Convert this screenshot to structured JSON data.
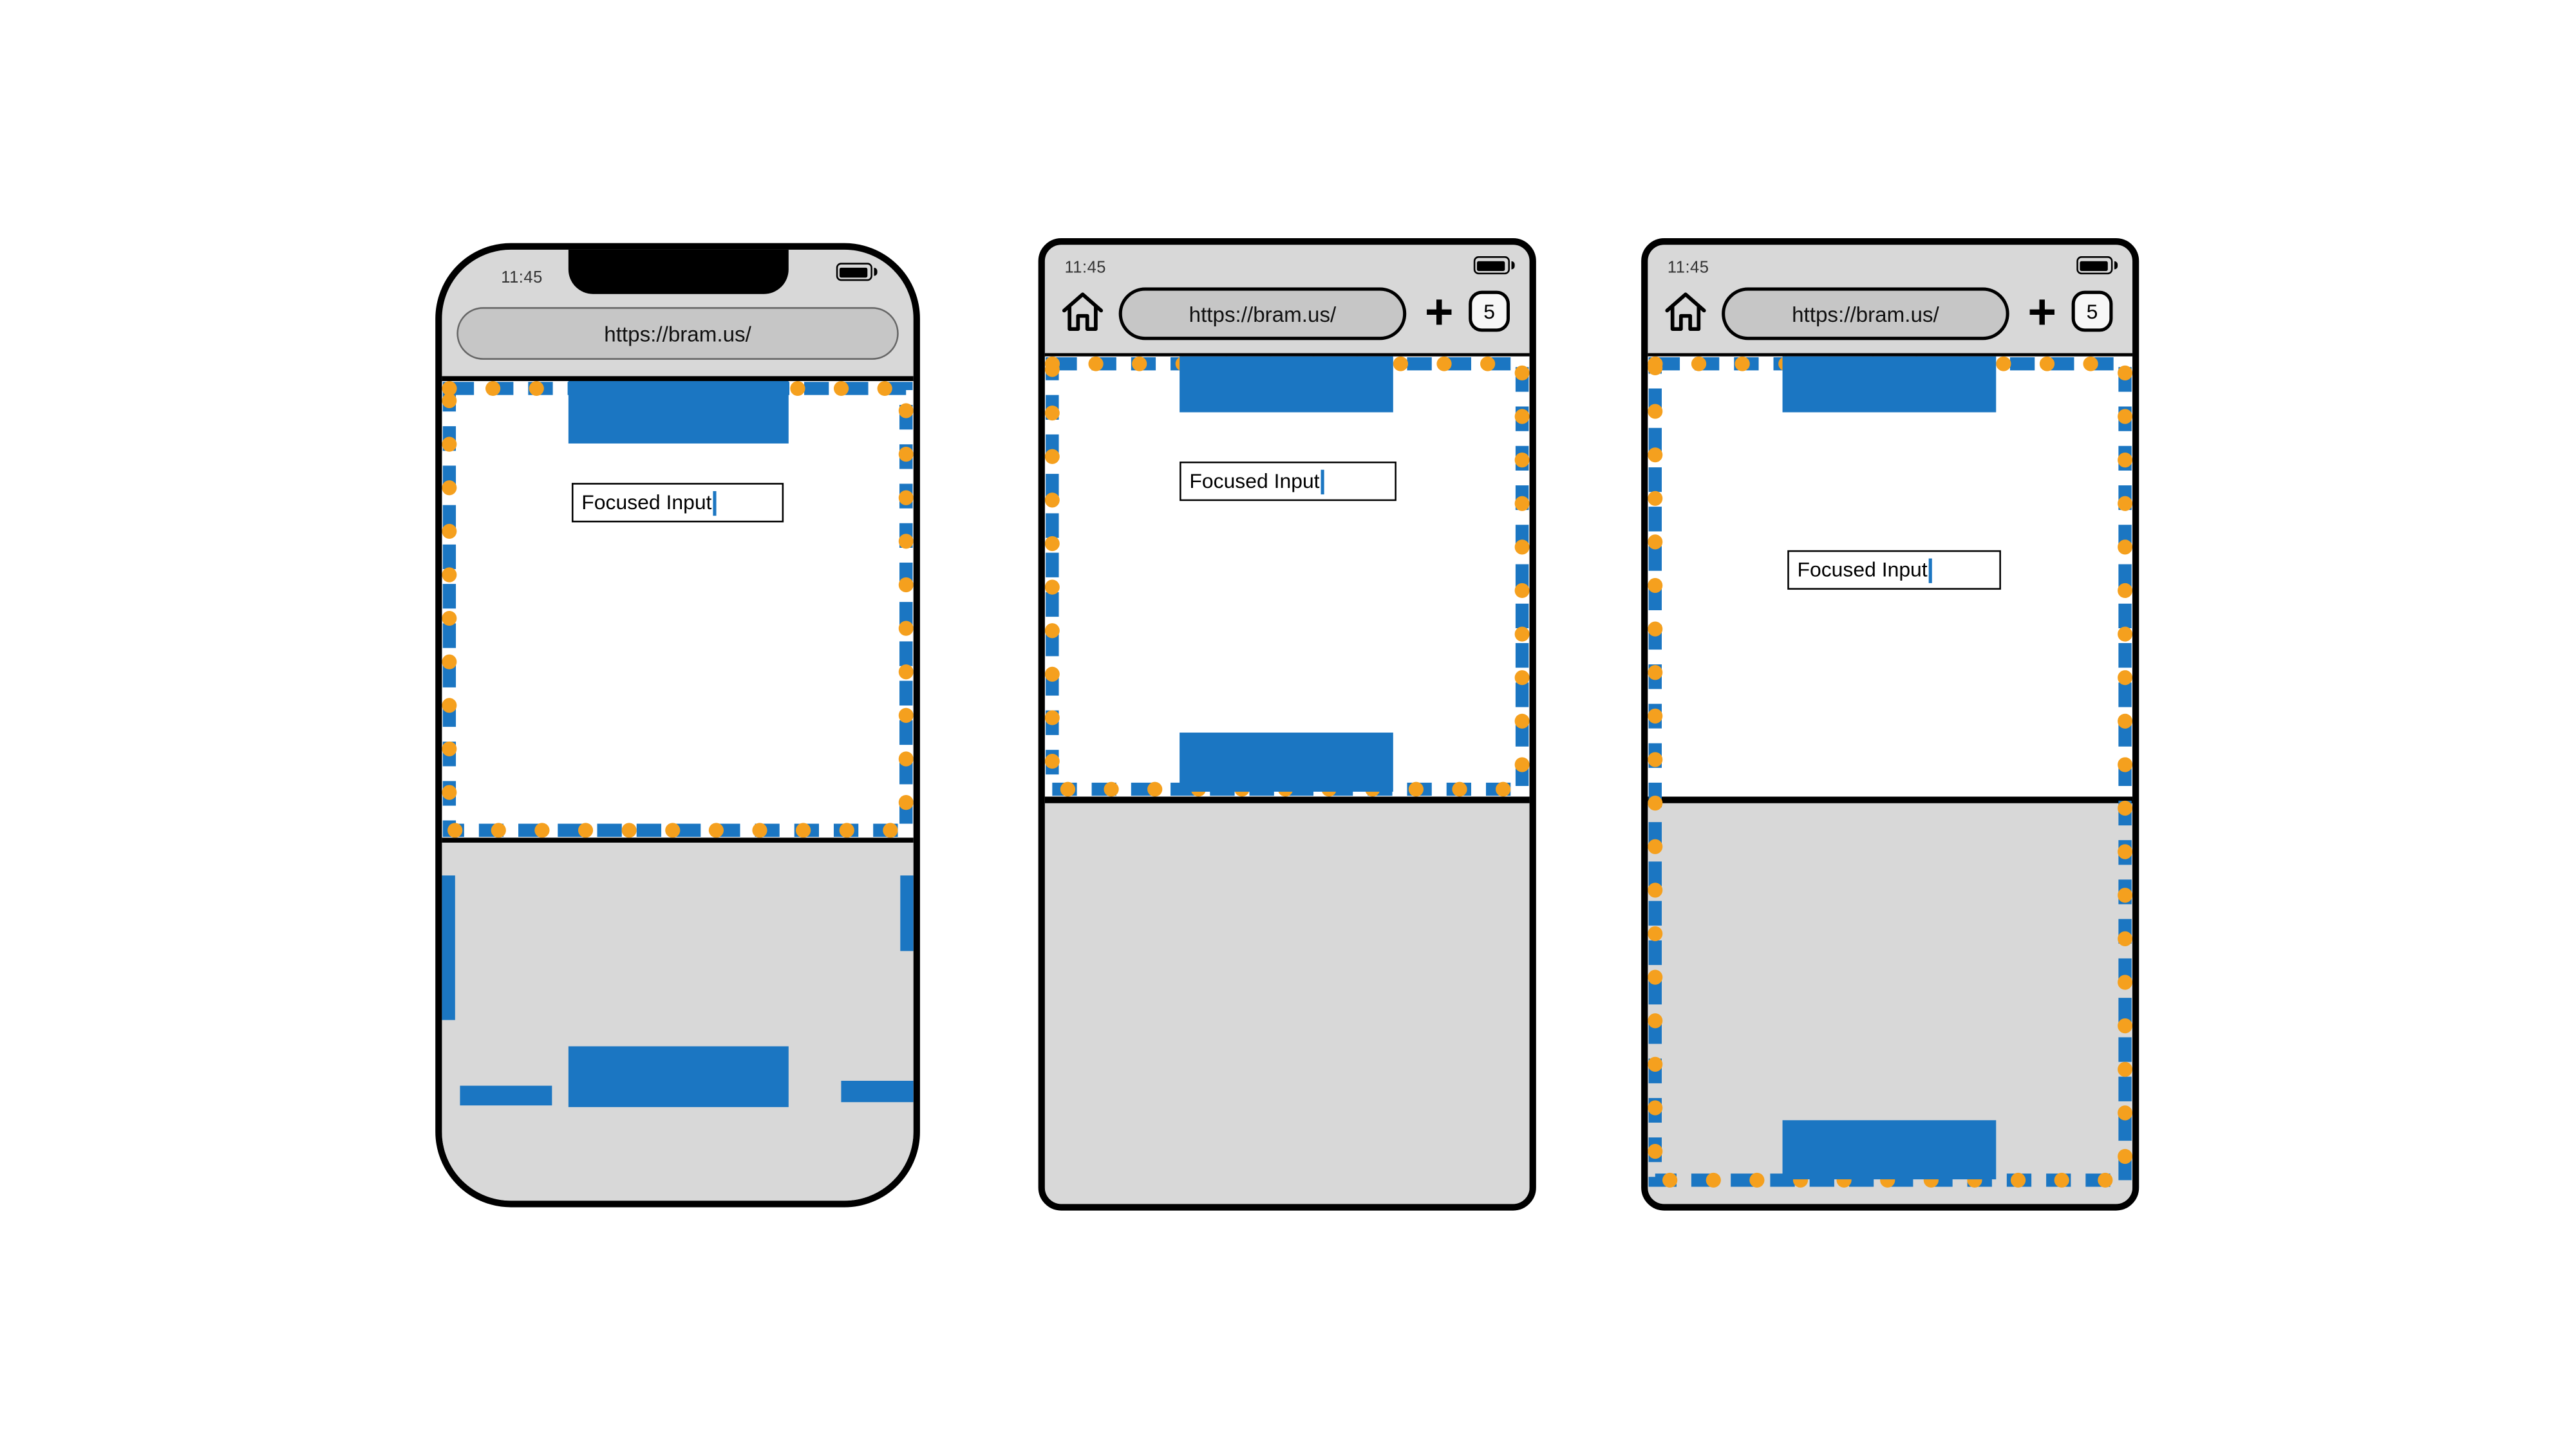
{
  "colors": {
    "accent_blue": "#1b76c2",
    "dot_orange": "#f5a01e",
    "chrome_gray": "#d8d8d8",
    "pill_gray": "#c6c6c6",
    "viewport_white": "#ffffff"
  },
  "phones": [
    {
      "device": "iphone",
      "status_time": "11:45",
      "url": "https://bram.us/",
      "input_value": "Focused Input"
    },
    {
      "device": "android",
      "status_time": "11:45",
      "url": "https://bram.us/",
      "input_value": "Focused Input",
      "new_tab_label": "+",
      "tab_count": "5"
    },
    {
      "device": "android",
      "status_time": "11:45",
      "url": "https://bram.us/",
      "input_value": "Focused Input",
      "new_tab_label": "+",
      "tab_count": "5"
    }
  ]
}
